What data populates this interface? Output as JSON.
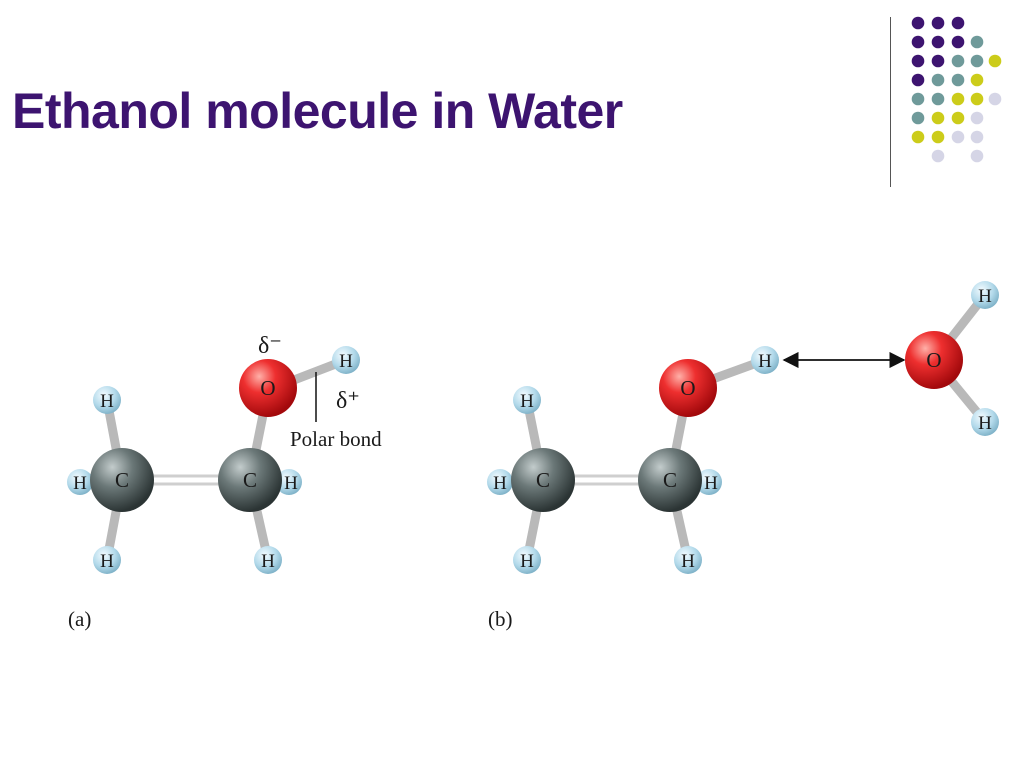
{
  "slide": {
    "title": "Ethanol molecule in Water"
  },
  "colors": {
    "title": "#3d1470",
    "carbon": "#5e6b6c",
    "oxygen": "#e0282c",
    "hydrogen": "#a9d3e6",
    "bond": "#c7c7c7",
    "deco_purple": "#3d1470",
    "deco_teal": "#6f9a9a",
    "deco_yellow": "#cccc1a",
    "deco_lavender": "#d5d5e6"
  },
  "diagram_a": {
    "panel_label": "(a)",
    "delta_minus": "δ⁻",
    "delta_plus": "δ⁺",
    "polar_bond_label": "Polar bond",
    "atoms": {
      "h_top_left": "H",
      "c_left": "C",
      "h_left": "H",
      "h_bottom_left": "H",
      "c_right": "C",
      "h_right": "H",
      "h_bottom_right": "H",
      "o": "O",
      "h_oh": "H"
    }
  },
  "diagram_b": {
    "panel_label": "(b)",
    "atoms": {
      "h_top_left": "H",
      "c_left": "C",
      "h_left": "H",
      "h_bottom_left": "H",
      "c_right": "C",
      "h_right": "H",
      "h_bottom_right": "H",
      "o": "O",
      "h_oh": "H",
      "water_o": "O",
      "water_h_top": "H",
      "water_h_bottom": "H"
    }
  }
}
